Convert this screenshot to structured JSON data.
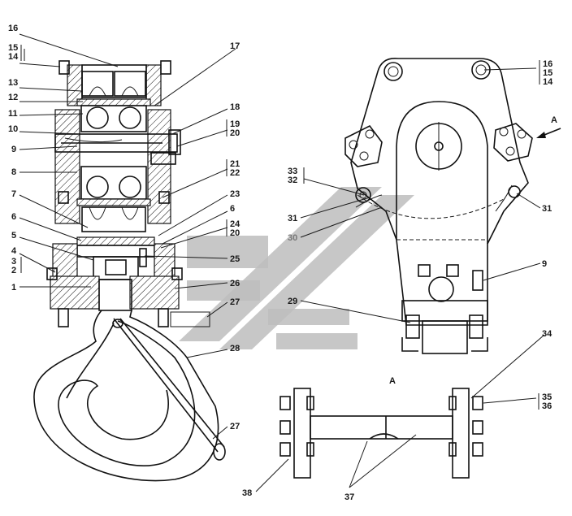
{
  "view_label": "A",
  "arrow_label": "A",
  "left_view": {
    "callouts": [
      "16",
      "15",
      "14",
      "13",
      "12",
      "11",
      "10",
      "9",
      "8",
      "7",
      "6",
      "5",
      "4",
      "3",
      "2",
      "1",
      "17",
      "18",
      "19",
      "20",
      "21",
      "22",
      "23",
      "6",
      "24",
      "20",
      "25",
      "26",
      "27",
      "28",
      "27"
    ]
  },
  "right_view": {
    "callouts": [
      "16",
      "15",
      "14",
      "33",
      "32",
      "31",
      "30",
      "31",
      "9",
      "29"
    ]
  },
  "bottom_view": {
    "callouts": [
      "34",
      "35",
      "36",
      "38",
      "37"
    ]
  }
}
